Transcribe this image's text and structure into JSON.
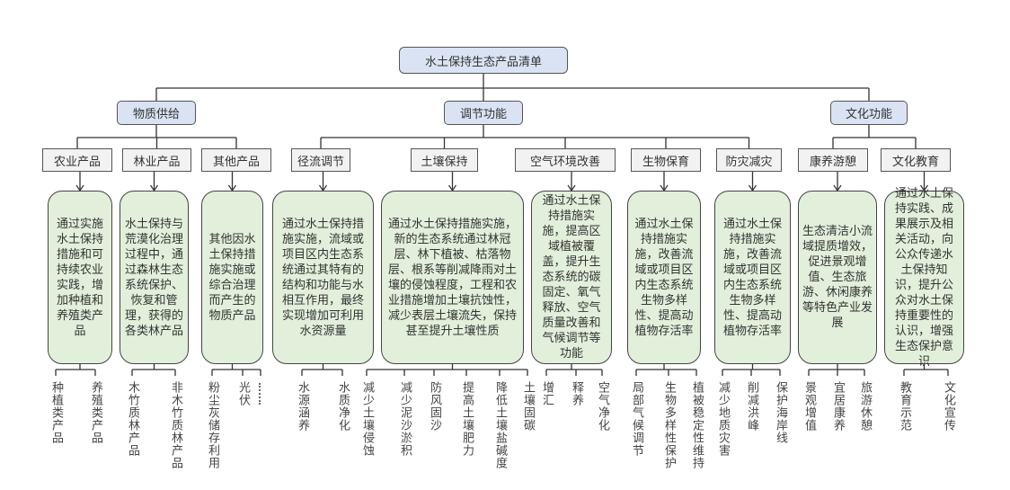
{
  "root": {
    "label": "水土保持生态产品清单"
  },
  "categories": [
    {
      "label": "物质供给",
      "children": [
        {
          "label": "农业产品",
          "description": "通过实施水土保持措施和可持续农业实践，增加种植和养殖类产品",
          "leaves": [
            "种植类产品",
            "养殖类产品"
          ]
        },
        {
          "label": "林业产品",
          "description": "水土保持与荒漠化治理过程中，通过森林生态系统保护、恢复和管理，获得的各类林产品",
          "leaves": [
            "木竹质林产品",
            "非木竹质林产品"
          ]
        },
        {
          "label": "其他产品",
          "description": "其他因水土保持措施实施或综合治理而产生的物质产品",
          "leaves": [
            "粉尘灰储存利用",
            "光伏"
          ]
        }
      ]
    },
    {
      "label": "调节功能",
      "children": [
        {
          "label": "径流调节",
          "description": "通过水土保持措施实施，流域或项目区内生态系统通过其特有的结构和功能与水相互作用，最终实现增加可利用水资源量",
          "leaves": [
            "水源涵养",
            "水质净化"
          ]
        },
        {
          "label": "土壤保持",
          "description": "通过水土保持措施实施，新的生态系统通过林冠层、林下植被、枯落物层、根系等削减降雨对土壤的侵蚀程度，工程和农业措施增加土壤抗蚀性，减少表层土壤流失，保持甚至提升土壤性质",
          "leaves": [
            "减少土壤侵蚀",
            "减少泥沙淤积",
            "防风固沙",
            "提高土壤肥力",
            "降低土壤盐碱度",
            "土壤固碳"
          ]
        },
        {
          "label": "空气环境改善",
          "description": "通过水土保持措施实施，提高区域植被覆盖，提升生态系统的碳固定、氧气释放、空气质量改善和气候调节等功能",
          "leaves": [
            "增汇",
            "释养",
            "空气净化"
          ]
        },
        {
          "label": "生物保育",
          "description": "通过水土保持措施实施，改善流域或项目区内生态系统生物多样性、提高动植物存活率",
          "leaves": [
            "局部气候调节",
            "生物多样性保护",
            "植被稳定性维持"
          ]
        },
        {
          "label": "防灾减灾",
          "description": "通过水土保持措施实施，改善流域或项目区内生态系统生物多样性、提高动植物存活率",
          "leaves": [
            "减少地质灾害",
            "削减洪峰",
            "保护海岸线"
          ]
        }
      ]
    },
    {
      "label": "文化功能",
      "children": [
        {
          "label": "康养游憩",
          "description": "生态清洁小流域提质增效，促进景观增值、生态旅游、休闲康养等特色产业发展",
          "leaves": [
            "景观增值",
            "宜居康养",
            "旅游休憩"
          ]
        },
        {
          "label": "文化教育",
          "description": "通过水土保持实践、成果展示及相关活动，向公众传递水土保持知识，提升公众对水土保持重要性的认识，增强生态保护意识",
          "leaves": [
            "教育示范",
            "文化宣传"
          ]
        }
      ]
    }
  ],
  "colors": {
    "header_fill": "#dae3f3",
    "sub_fill": "#f2f2f2",
    "desc_fill": "#e2efda",
    "line": "#333333"
  }
}
